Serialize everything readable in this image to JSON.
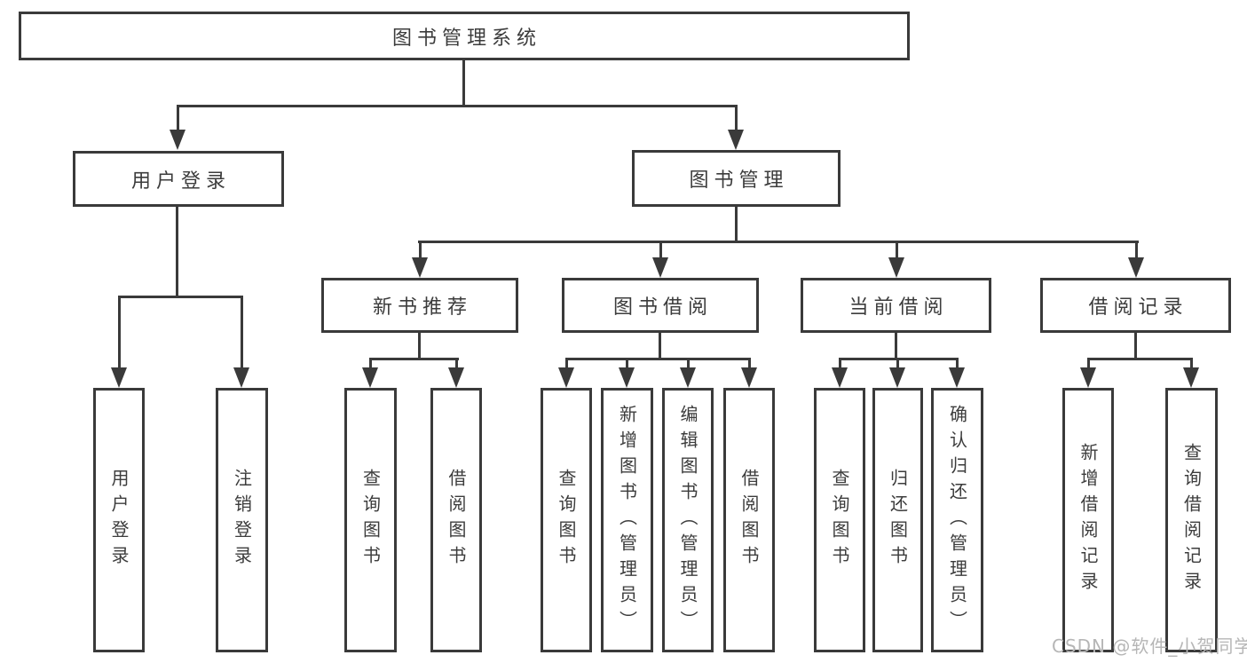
{
  "diagram": {
    "type": "hierarchy-tree",
    "root": {
      "label": "图书管理系统",
      "children": [
        {
          "label": "用户登录",
          "children": [
            {
              "label": "用户登录"
            },
            {
              "label": "注销登录"
            }
          ]
        },
        {
          "label": "图书管理",
          "children": [
            {
              "label": "新书推荐",
              "children": [
                {
                  "label": "查询图书"
                },
                {
                  "label": "借阅图书"
                }
              ]
            },
            {
              "label": "图书借阅",
              "children": [
                {
                  "label": "查询图书"
                },
                {
                  "label": "新增图书（管理员）"
                },
                {
                  "label": "编辑图书（管理员）"
                },
                {
                  "label": "借阅图书"
                }
              ]
            },
            {
              "label": "当前借阅",
              "children": [
                {
                  "label": "查询图书"
                },
                {
                  "label": "归还图书"
                },
                {
                  "label": "确认归还（管理员）"
                }
              ]
            },
            {
              "label": "借阅记录",
              "children": [
                {
                  "label": "新增借阅记录"
                },
                {
                  "label": "查询借阅记录"
                }
              ]
            }
          ]
        }
      ]
    }
  },
  "watermark": {
    "text": "CSDN @软件_小贺同学"
  },
  "colors": {
    "line": "#3a3a3a",
    "text": "#3c3c3c",
    "box_fill": "#ffffff",
    "watermark": "#b6b6b6",
    "background": "#ffffff"
  }
}
